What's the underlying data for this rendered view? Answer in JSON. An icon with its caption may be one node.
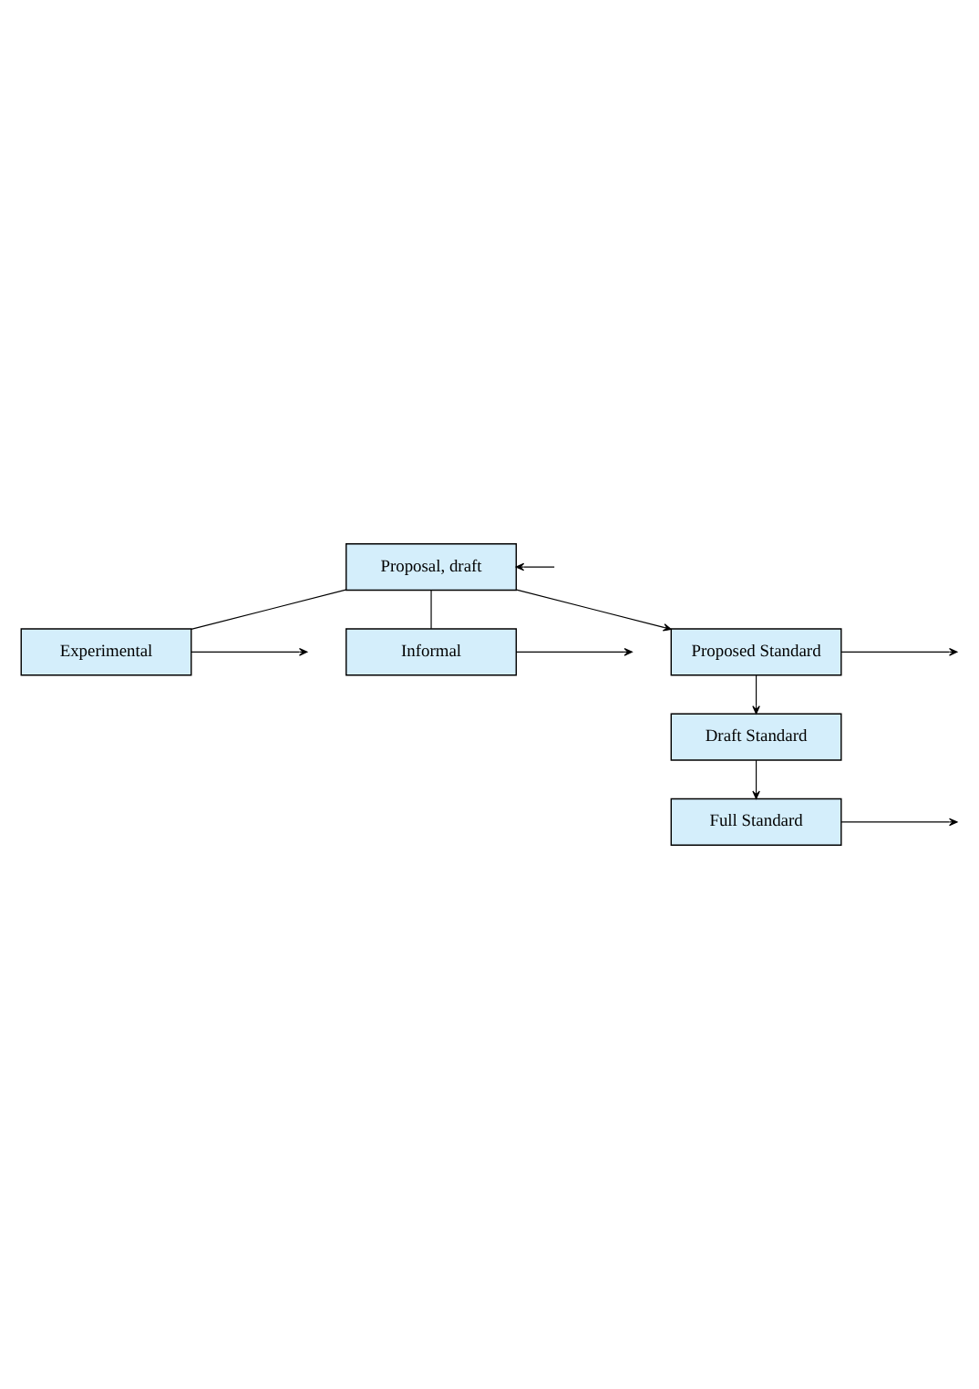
{
  "diagram": {
    "nodes": [
      {
        "text": [
          "Proposal, draft"
        ]
      },
      {
        "text": [
          "Experimental"
        ]
      },
      {
        "text": [
          "Informal"
        ]
      },
      {
        "text": [
          "Proposed Standard"
        ]
      },
      {
        "text": [
          "Draft Standard"
        ]
      },
      {
        "text": [
          "Full Standard"
        ]
      }
    ],
    "edges": [
      {
        "from": null,
        "to": 0,
        "arrow": "to"
      },
      {
        "from": 0,
        "to": 1,
        "arrow": "none"
      },
      {
        "from": 0,
        "to": 2,
        "arrow": "none"
      },
      {
        "from": 0,
        "to": 3,
        "arrow": "to"
      },
      {
        "from": 1,
        "to": null,
        "arrow": "to"
      },
      {
        "from": 2,
        "to": null,
        "arrow": "to"
      },
      {
        "from": 3,
        "to": null,
        "arrow": "to"
      },
      {
        "from": 3,
        "to": 4,
        "arrow": "to"
      },
      {
        "from": 4,
        "to": 5,
        "arrow": "to"
      },
      {
        "from": 5,
        "to": null,
        "arrow": "to"
      }
    ]
  }
}
